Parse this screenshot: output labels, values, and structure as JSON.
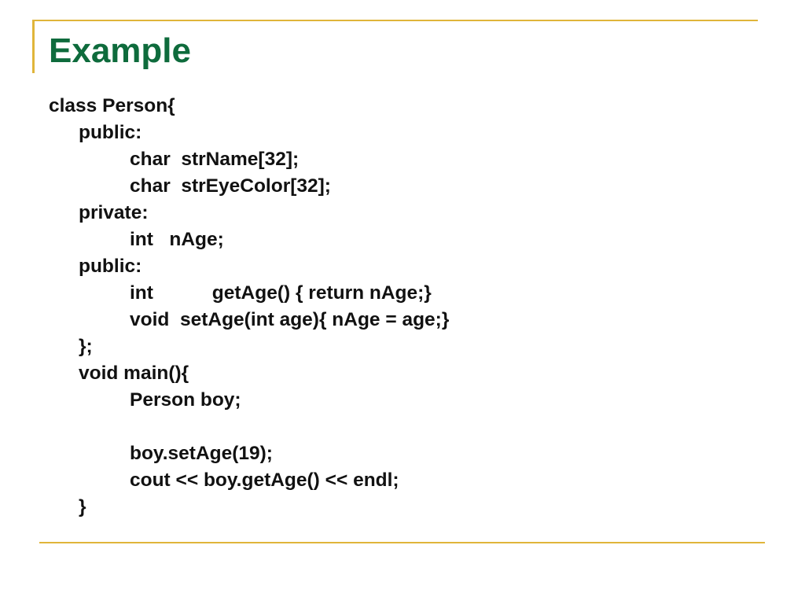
{
  "slide": {
    "title": "Example",
    "accent_color": "#E0B53A",
    "title_color": "#0E6B3C"
  },
  "code": {
    "lines": [
      "class Person{",
      "public:",
      "char  strName[32];",
      "char  strEyeColor[32];",
      "private:",
      "int   nAge;",
      "public:",
      "int           getAge() { return nAge;}",
      "void  setAge(int age){ nAge = age;}",
      "};",
      "void main(){",
      "Person boy;",
      "",
      "boy.setAge(19);",
      "cout << boy.getAge() << endl;",
      "}"
    ]
  }
}
